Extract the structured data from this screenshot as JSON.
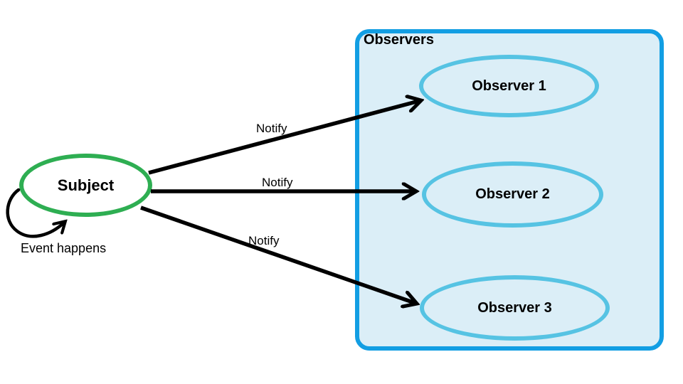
{
  "diagram": {
    "subject": {
      "label": "Subject",
      "border_color": "#2eae52",
      "self_loop_label": "Event happens"
    },
    "observers_group": {
      "title": "Observers",
      "border_color": "#129ee3",
      "fill_color": "#dbeef7",
      "ellipse_border_color": "#56c3e3",
      "items": [
        {
          "label": "Observer 1"
        },
        {
          "label": "Observer 2"
        },
        {
          "label": "Observer 3"
        }
      ]
    },
    "arrows": {
      "color": "#000000",
      "labels": [
        "Notify",
        "Notify",
        "Notify"
      ]
    }
  }
}
